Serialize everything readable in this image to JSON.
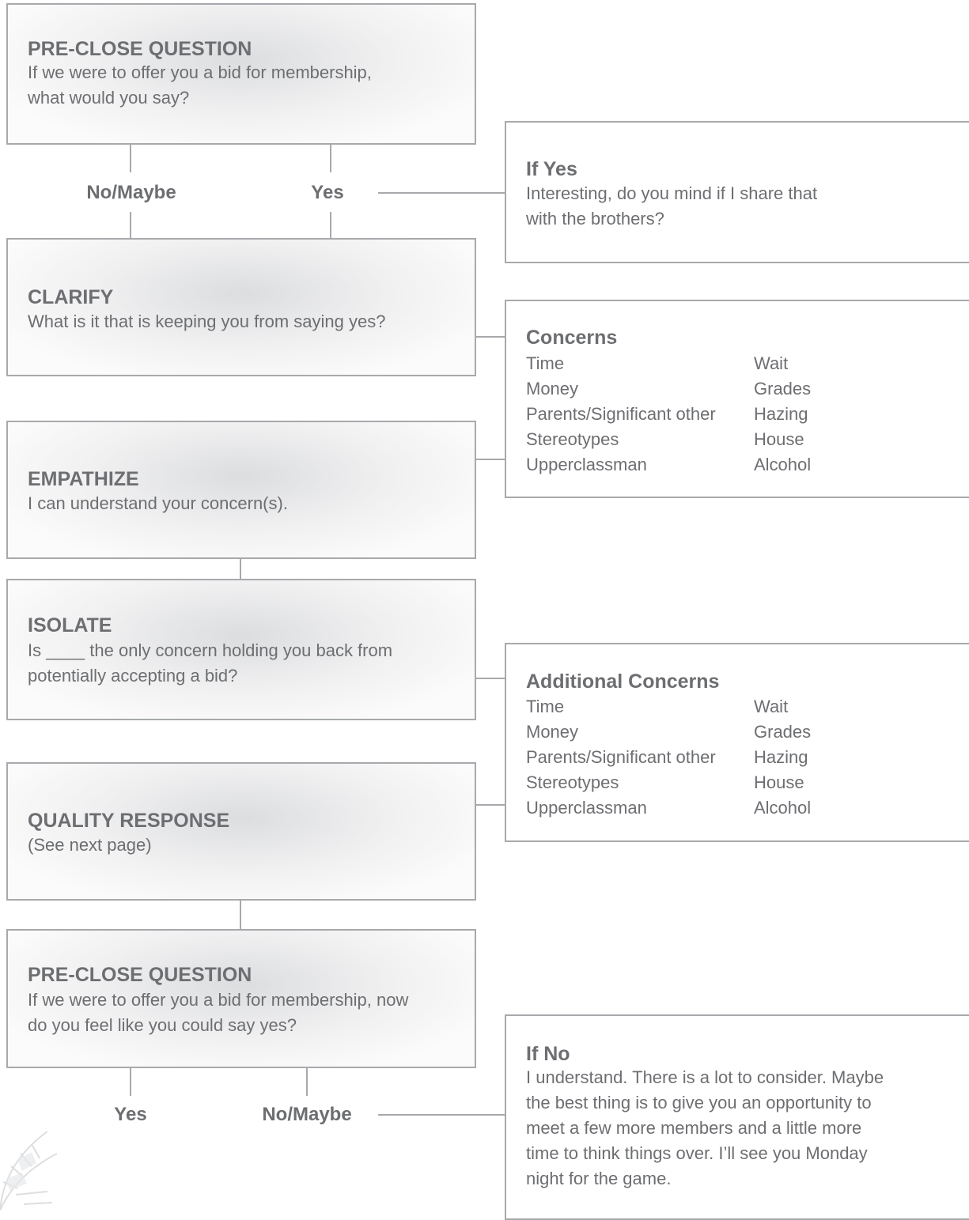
{
  "pre_close_1": {
    "title": "PRE-CLOSE QUESTION",
    "lines": [
      "If we were to offer you a bid for membership,",
      "what would you say?"
    ]
  },
  "branch_1": {
    "left_label": "No/Maybe",
    "right_label": "Yes"
  },
  "if_yes": {
    "title": "If Yes",
    "lines": [
      "Interesting, do you mind if I share that",
      "with the brothers?"
    ]
  },
  "clarify": {
    "title": "CLARIFY",
    "lines": [
      "What is it that is keeping you from saying yes?"
    ]
  },
  "concerns": {
    "title": "Concerns",
    "col1": [
      "Time",
      "Money",
      "Parents/Significant other",
      "Stereotypes",
      "Upperclassman"
    ],
    "col2": [
      "Wait",
      "Grades",
      "Hazing",
      "House",
      "Alcohol"
    ]
  },
  "empathize": {
    "title": "EMPATHIZE",
    "lines": [
      "I can understand your concern(s)."
    ]
  },
  "isolate": {
    "title": "ISOLATE",
    "lines": [
      "Is ____ the only concern holding you back from",
      "potentially accepting a bid?"
    ]
  },
  "additional_concerns": {
    "title": "Additional Concerns",
    "col1": [
      "Time",
      "Money",
      "Parents/Significant other",
      "Stereotypes",
      "Upperclassman"
    ],
    "col2": [
      "Wait",
      "Grades",
      "Hazing",
      "House",
      "Alcohol"
    ]
  },
  "quality_response": {
    "title": "QUALITY RESPONSE",
    "lines": [
      "(See next page)"
    ]
  },
  "pre_close_2": {
    "title": "PRE-CLOSE QUESTION",
    "lines": [
      "If we were to offer you a bid for membership, now",
      "do you feel like you could say yes?"
    ]
  },
  "branch_2": {
    "left_label": "Yes",
    "right_label": "No/Maybe"
  },
  "if_no": {
    "title": "If No",
    "lines": [
      "I understand. There is a lot to consider. Maybe",
      "the best thing is to give you an opportunity to",
      "meet a few more members and a little more",
      "time to think things over. I’ll see you Monday",
      "night for the game."
    ]
  },
  "colors": {
    "border": "#a7a9ac",
    "text": "#6d6e71"
  }
}
